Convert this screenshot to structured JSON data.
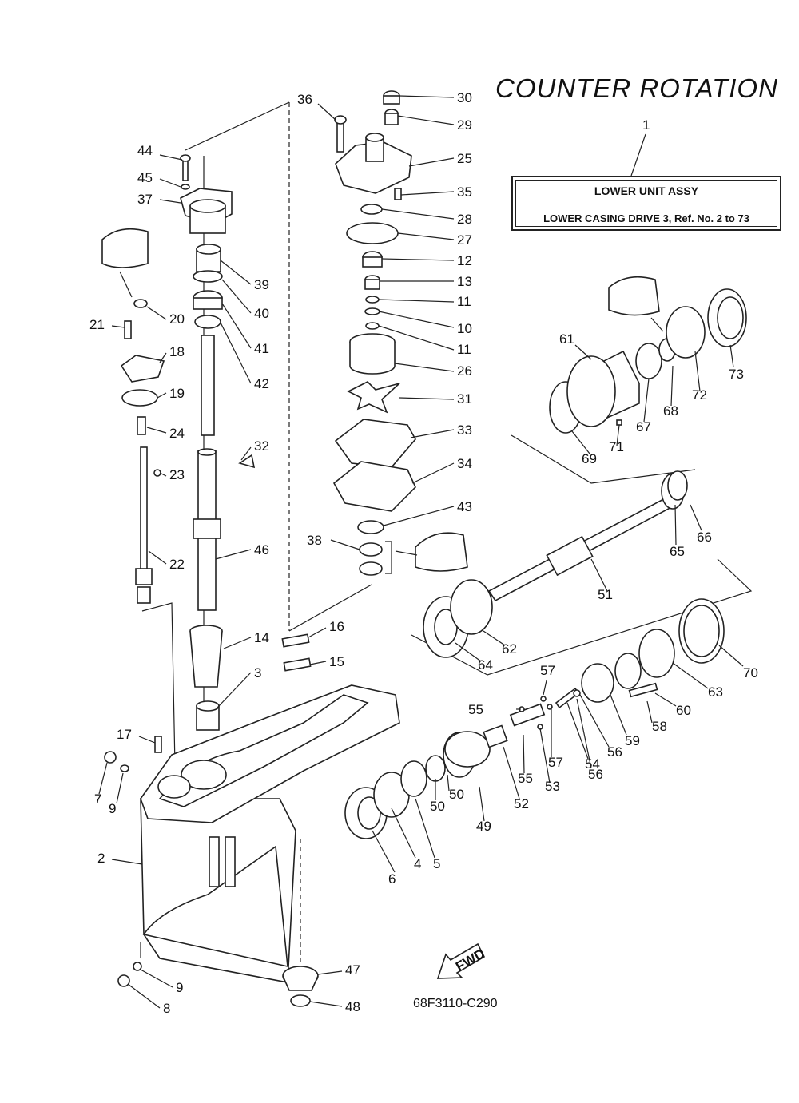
{
  "title": "COUNTER  ROTATION",
  "assembly": {
    "ref_number": "1",
    "name": "LOWER  UNIT ASSY",
    "description": "LOWER CASING DRIVE 3, Ref.  No.  2 to 73"
  },
  "diagram_code": "68F3110-C290",
  "fwd_label": "FWD",
  "labels": [
    "36",
    "30",
    "29",
    "25",
    "35",
    "28",
    "27",
    "12",
    "13",
    "11",
    "10",
    "11",
    "26",
    "31",
    "33",
    "34",
    "43",
    "38",
    "44",
    "45",
    "37",
    "39",
    "40",
    "41",
    "42",
    "21",
    "20",
    "18",
    "19",
    "24",
    "32",
    "23",
    "22",
    "46",
    "16",
    "14",
    "15",
    "3",
    "17",
    "7",
    "9",
    "2",
    "9",
    "8",
    "47",
    "48",
    "61",
    "73",
    "72",
    "68",
    "67",
    "71",
    "69",
    "65",
    "66",
    "51",
    "62",
    "64",
    "70",
    "63",
    "60",
    "58",
    "57",
    "55",
    "59",
    "56",
    "54",
    "53",
    "52",
    "50",
    "49",
    "5",
    "4",
    "6",
    "55",
    "57",
    "56",
    "50"
  ]
}
